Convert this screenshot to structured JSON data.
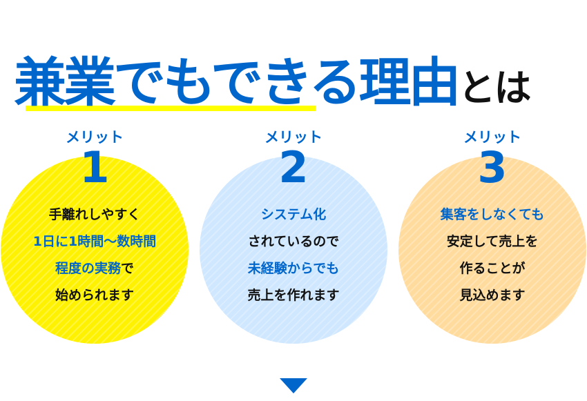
{
  "title": {
    "main": "兼業でもできる理由",
    "tail": "とは"
  },
  "merits": [
    {
      "label": "メリット",
      "number": "1",
      "color": "#fff200",
      "lines": [
        [
          {
            "text": "手離れしやすく",
            "blue": false
          }
        ],
        [
          {
            "text": "1日に1時間〜数時間",
            "blue": true
          }
        ],
        [
          {
            "text": "程度の実務",
            "blue": true
          },
          {
            "text": "で",
            "blue": false
          }
        ],
        [
          {
            "text": "始められます",
            "blue": false
          }
        ]
      ]
    },
    {
      "label": "メリット",
      "number": "2",
      "color": "#cfe7ff",
      "lines": [
        [
          {
            "text": "システム化",
            "blue": true
          }
        ],
        [
          {
            "text": "されているので",
            "blue": false
          }
        ],
        [
          {
            "text": "未経験からでも",
            "blue": true
          }
        ],
        [
          {
            "text": "売上を作れます",
            "blue": false
          }
        ]
      ]
    },
    {
      "label": "メリット",
      "number": "3",
      "color": "#ffdb9e",
      "lines": [
        [
          {
            "text": "集客をしなくても",
            "blue": true
          }
        ],
        [
          {
            "text": "安定して売上を",
            "blue": false
          }
        ],
        [
          {
            "text": "作ることが",
            "blue": false
          }
        ],
        [
          {
            "text": "見込めます",
            "blue": false
          }
        ]
      ]
    }
  ],
  "arrow_icon": "triangle-down-icon"
}
